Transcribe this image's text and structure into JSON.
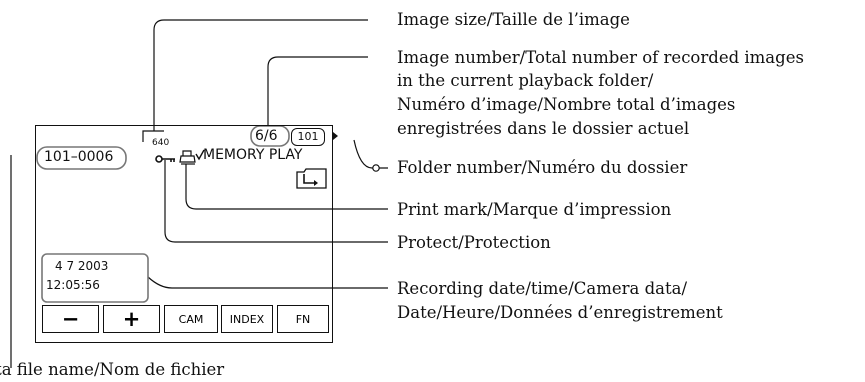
{
  "screen": {
    "image_size_value": "640",
    "image_counter": "6/6",
    "folder_number": "101",
    "file_name": "101–0006",
    "mode_text": "MEMORY PLAY",
    "date": "4  7 2003",
    "time": "12:05:56",
    "buttons": [
      "−",
      "+",
      "CAM",
      "INDEX",
      "FN"
    ]
  },
  "callouts": {
    "image_size": "Image size/Taille de l’image",
    "image_number_l1": "Image number/Total number of recorded images",
    "image_number_l2": "in the current playback folder/",
    "image_number_l3": "Numéro d’image/Nombre total d’images",
    "image_number_l4": "enregistrées dans le dossier actuel",
    "folder_number": "Folder number/Numéro du dossier",
    "print_mark": "Print mark/Marque d’impression",
    "protect": "Protect/Protection",
    "recording_l1": "Recording date/time/Camera data/",
    "recording_l2": "Date/Heure/Données d’enregistrement",
    "data_file_name": "Data file name/Nom de fichier"
  }
}
